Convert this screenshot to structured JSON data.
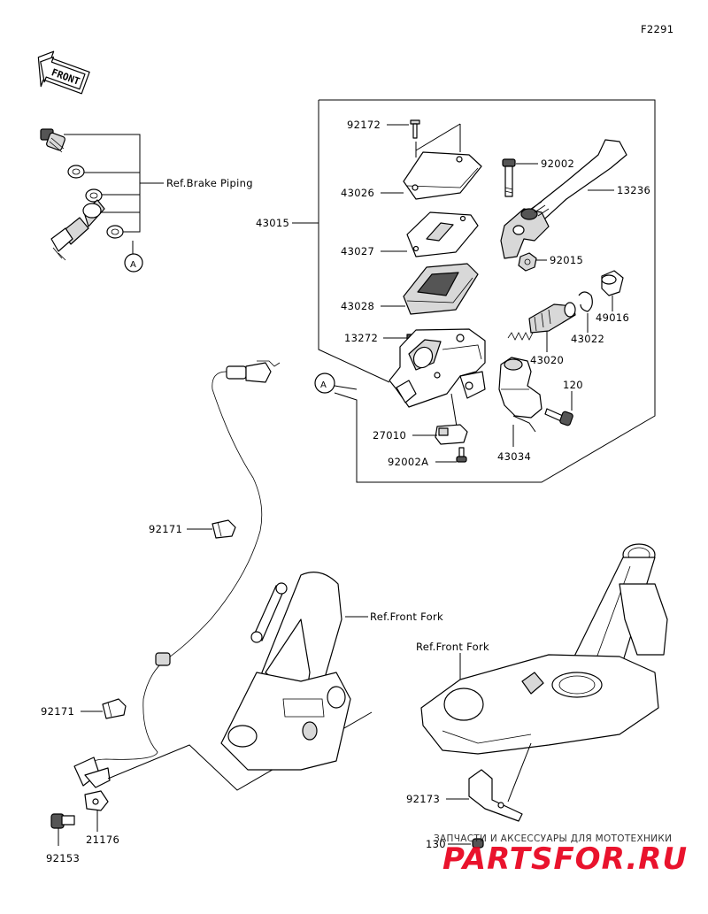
{
  "figure_id": "F2291",
  "front_label": "FRONT",
  "callout_letter": "A",
  "watermark": {
    "line1": "ЗАПЧАСТИ И АКСЕССУАРЫ ДЛЯ МОТОТЕХНИКИ",
    "line2": "PARTSFOR.RU"
  },
  "labels": {
    "p92172": "92172",
    "p43026": "43026",
    "p43015": "43015",
    "p43027": "43027",
    "p43028": "43028",
    "p13272": "13272",
    "p27010": "27010",
    "p92002A": "92002A",
    "p92002": "92002",
    "p13236": "13236",
    "p92015": "92015",
    "p49016": "49016",
    "p43022": "43022",
    "p43020": "43020",
    "p120": "120",
    "p43034": "43034",
    "ref_brake_piping": "Ref.Brake Piping",
    "ref_front_fork_1": "Ref.Front Fork",
    "ref_front_fork_2": "Ref.Front Fork",
    "p92171a": "92171",
    "p92171b": "92171",
    "p21176": "21176",
    "p92153": "92153",
    "p92173": "92173",
    "p130": "130"
  }
}
